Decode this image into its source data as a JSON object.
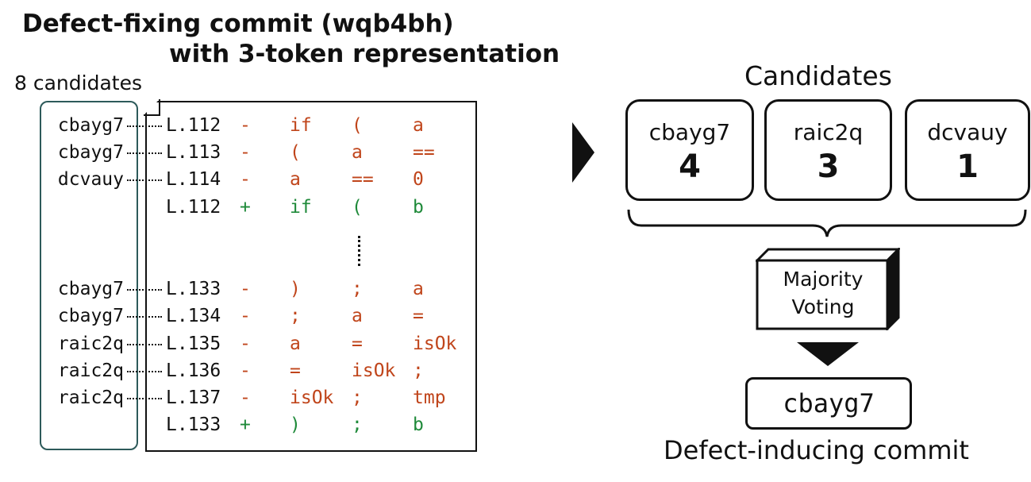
{
  "left": {
    "title_line1": "Defect-fixing commit (wqb4bh)",
    "title_line2": "with 3-token representation",
    "candidates_label": "8 candidates",
    "rows": [
      {
        "cid": "cbayg7",
        "line": "L.112",
        "sign": "-",
        "tokens": [
          "if",
          "(",
          "a"
        ],
        "kind": "del"
      },
      {
        "cid": "cbayg7",
        "line": "L.113",
        "sign": "-",
        "tokens": [
          "(",
          "a",
          "=="
        ],
        "kind": "del"
      },
      {
        "cid": "dcvauy",
        "line": "L.114",
        "sign": "-",
        "tokens": [
          "a",
          "==",
          "0"
        ],
        "kind": "del"
      },
      {
        "cid": "",
        "line": "L.112",
        "sign": "+",
        "tokens": [
          "if",
          "(",
          "b"
        ],
        "kind": "add"
      },
      {
        "cid": "cbayg7",
        "line": "L.133",
        "sign": "-",
        "tokens": [
          ")",
          ";",
          "a"
        ],
        "kind": "del"
      },
      {
        "cid": "cbayg7",
        "line": "L.134",
        "sign": "-",
        "tokens": [
          ";",
          "a",
          "="
        ],
        "kind": "del"
      },
      {
        "cid": "raic2q",
        "line": "L.135",
        "sign": "-",
        "tokens": [
          "a",
          "=",
          "isOk"
        ],
        "kind": "del"
      },
      {
        "cid": "raic2q",
        "line": "L.136",
        "sign": "-",
        "tokens": [
          "=",
          "isOk",
          ";"
        ],
        "kind": "del"
      },
      {
        "cid": "raic2q",
        "line": "L.137",
        "sign": "-",
        "tokens": [
          "isOk",
          ";",
          "tmp"
        ],
        "kind": "del"
      },
      {
        "cid": "",
        "line": "L.133",
        "sign": "+",
        "tokens": [
          ")",
          ";",
          "b"
        ],
        "kind": "add"
      }
    ]
  },
  "right": {
    "candidates_title": "Candidates",
    "cards": [
      {
        "id": "cbayg7",
        "count": "4"
      },
      {
        "id": "raic2q",
        "count": "3"
      },
      {
        "id": "dcvauy",
        "count": "1"
      }
    ],
    "voting_line1": "Majority",
    "voting_line2": "Voting",
    "result": "cbayg7",
    "result_label": "Defect-inducing commit"
  },
  "colors": {
    "deleted": "#c0451b",
    "added": "#1f8a3a",
    "candidate_border": "#2d5a5a"
  }
}
